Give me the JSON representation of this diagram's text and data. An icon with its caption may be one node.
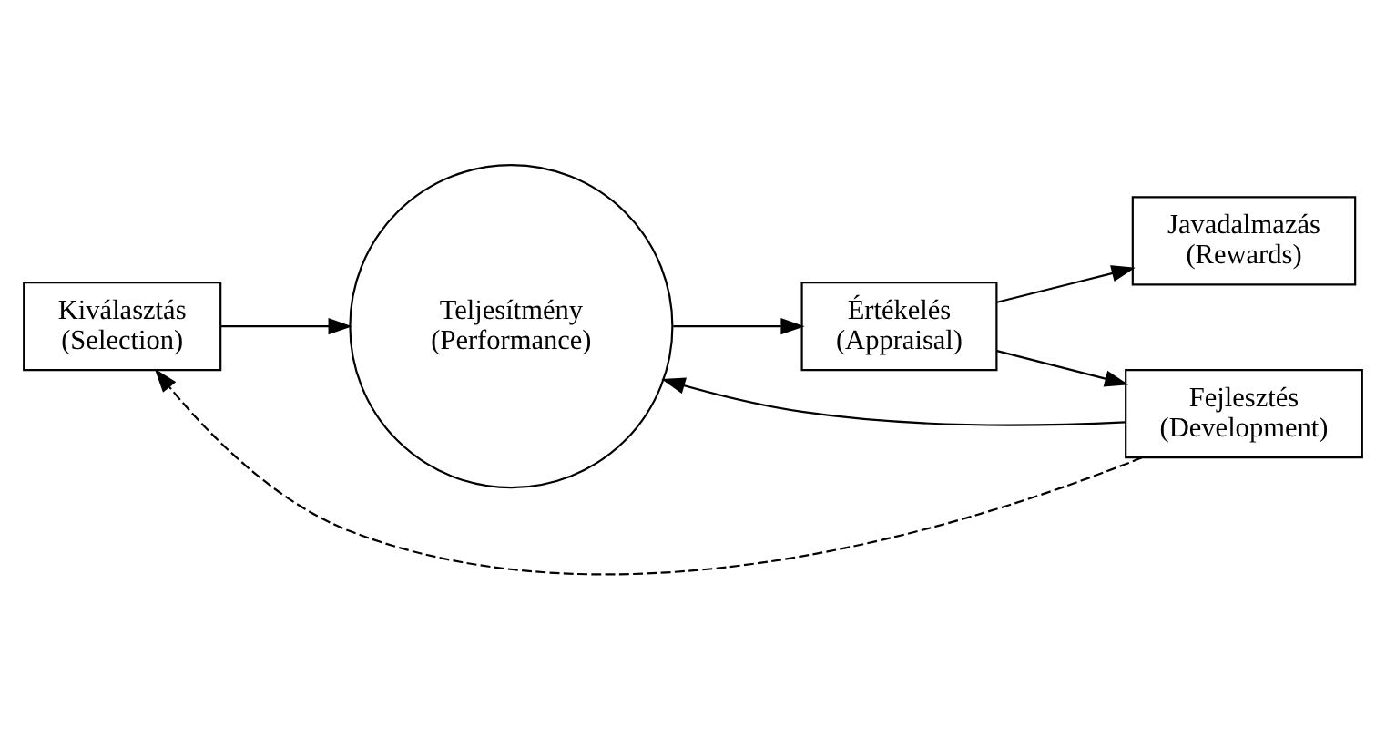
{
  "diagram": {
    "nodes": [
      {
        "text": [
          "Kiválasztás",
          "(Selection)"
        ]
      },
      {
        "text": [
          "Teljesítmény",
          "(Performance)"
        ]
      },
      {
        "text": [
          "Értékelés",
          "(Appraisal)"
        ]
      },
      {
        "text": [
          "Javadalmazás",
          "(Rewards)"
        ]
      },
      {
        "text": [
          "Fejlesztés",
          "(Development)"
        ]
      }
    ],
    "edges": [
      {
        "from": 0,
        "to": 1,
        "arrow": "to"
      },
      {
        "from": 1,
        "to": 2,
        "arrow": "to"
      },
      {
        "from": 2,
        "to": 3,
        "arrow": "to"
      },
      {
        "from": 2,
        "to": 4,
        "arrow": "to"
      },
      {
        "from": 4,
        "to": 1,
        "arrow": "to"
      },
      {
        "from": 4,
        "to": 0,
        "arrow": "to",
        "style": "dashed"
      }
    ]
  }
}
